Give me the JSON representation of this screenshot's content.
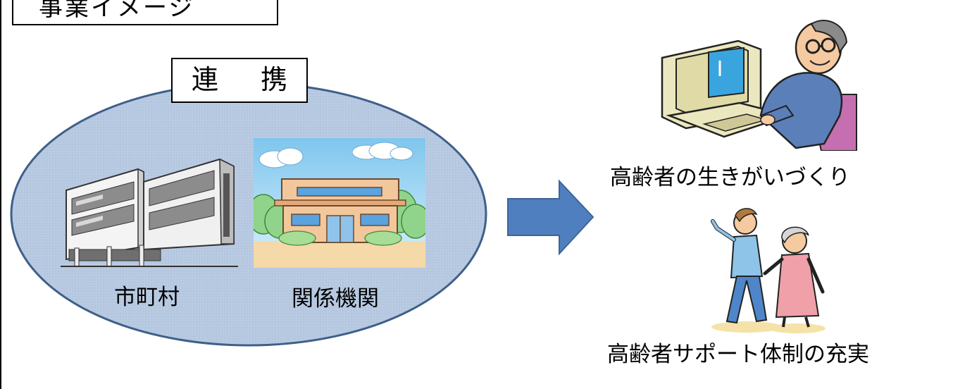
{
  "header": {
    "title": "事業イメージ"
  },
  "cooperation": {
    "label": "連 携",
    "municipality_label": "市町村",
    "agencies_label": "関係機関"
  },
  "outcomes": [
    {
      "caption": "高齢者の生きがいづくり",
      "icon": "senior-computer-icon"
    },
    {
      "caption": "高齢者サポート体制の充実",
      "icon": "caregiver-senior-icon"
    }
  ],
  "colors": {
    "ellipse_fill": "#b6c8df",
    "ellipse_stroke": "#3f5f8a",
    "arrow_fill": "#4f7fbf",
    "arrow_stroke": "#3d6596"
  }
}
